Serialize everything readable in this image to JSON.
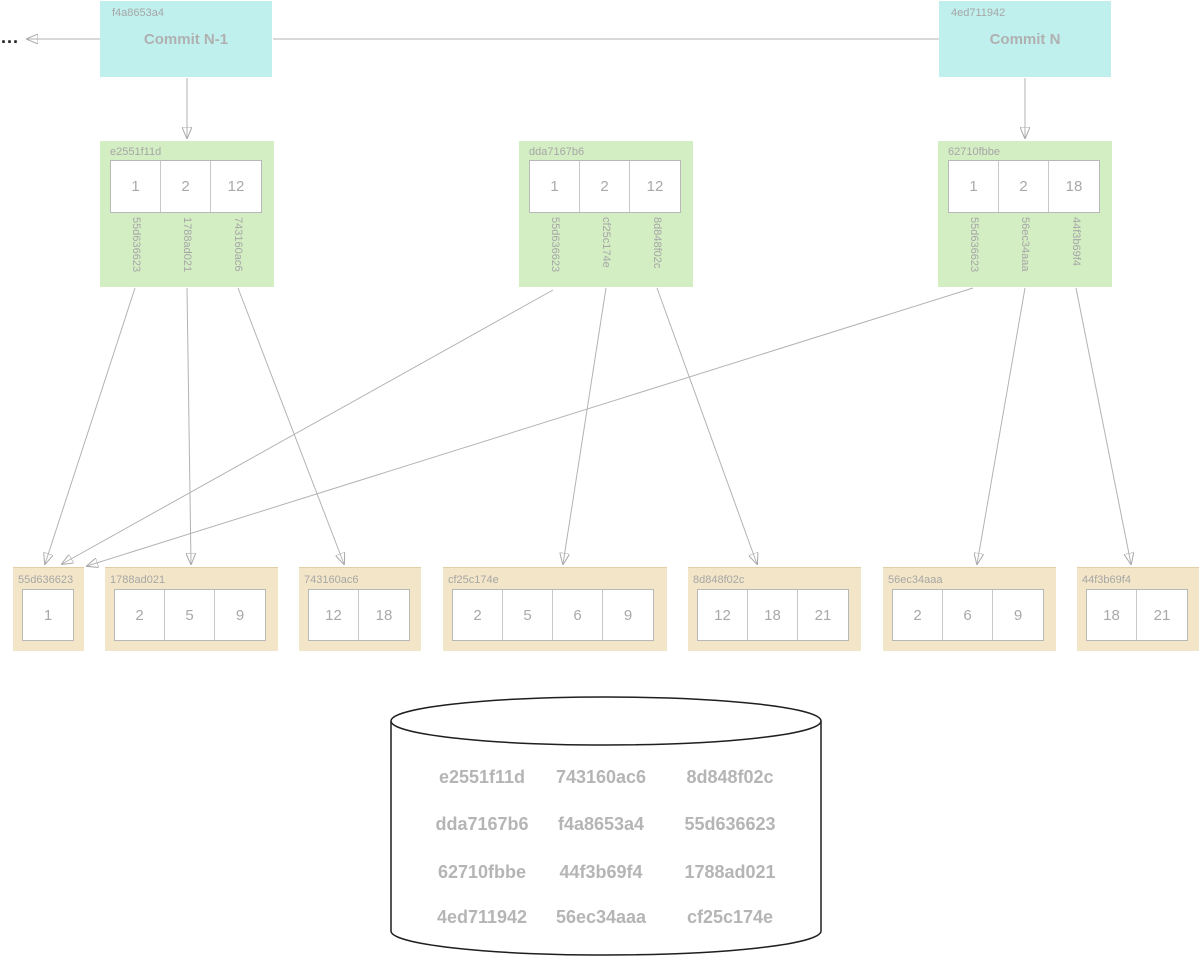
{
  "ellipsis": "...",
  "commits": [
    {
      "hash": "f4a8653a4",
      "title": "Commit N-1"
    },
    {
      "hash": "4ed711942",
      "title": "Commit N"
    }
  ],
  "trees": [
    {
      "hash": "e2551f11d",
      "cells": [
        "1",
        "2",
        "12"
      ],
      "labels": [
        "55d636623",
        "1788ad021",
        "743160ac6"
      ]
    },
    {
      "hash": "dda7167b6",
      "cells": [
        "1",
        "2",
        "12"
      ],
      "labels": [
        "55d636623",
        "cf25c174e",
        "8d848f02c"
      ]
    },
    {
      "hash": "62710fbbe",
      "cells": [
        "1",
        "2",
        "18"
      ],
      "labels": [
        "55d636623",
        "56ec34aaa",
        "44f3b69f4"
      ]
    }
  ],
  "blobs": [
    {
      "hash": "55d636623",
      "cells": [
        "1"
      ]
    },
    {
      "hash": "1788ad021",
      "cells": [
        "2",
        "5",
        "9"
      ]
    },
    {
      "hash": "743160ac6",
      "cells": [
        "12",
        "18"
      ]
    },
    {
      "hash": "cf25c174e",
      "cells": [
        "2",
        "5",
        "6",
        "9"
      ]
    },
    {
      "hash": "8d848f02c",
      "cells": [
        "12",
        "18",
        "21"
      ]
    },
    {
      "hash": "56ec34aaa",
      "cells": [
        "2",
        "6",
        "9"
      ]
    },
    {
      "hash": "44f3b69f4",
      "cells": [
        "18",
        "21"
      ]
    }
  ],
  "database": {
    "rows": [
      [
        "e2551f11d",
        "743160ac6",
        "8d848f02c"
      ],
      [
        "dda7167b6",
        "f4a8653a4",
        "55d636623"
      ],
      [
        "62710fbbe",
        "44f3b69f4",
        "1788ad021"
      ],
      [
        "4ed711942",
        "56ec34aaa",
        "cf25c174e"
      ]
    ]
  },
  "colors": {
    "commit_fill": "#bff0ee",
    "tree_fill": "#d4eec4",
    "blob_fill": "#f3e6c8",
    "arrow": "#b3b3b3",
    "text_muted": "#a9a9a9"
  }
}
